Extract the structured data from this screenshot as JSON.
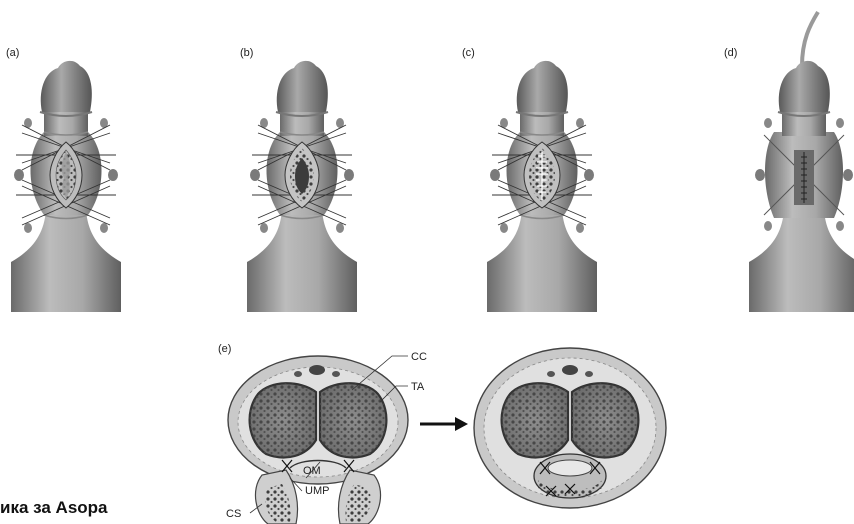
{
  "panels": {
    "a": {
      "label": "(a)"
    },
    "b": {
      "label": "(b)"
    },
    "c": {
      "label": "(c)"
    },
    "d": {
      "label": "(d)"
    },
    "e": {
      "label": "(e)"
    }
  },
  "annotations": {
    "cc": "CC",
    "ta": "TA",
    "om": "OM",
    "ump": "UMP",
    "cs": "CS"
  },
  "caption": "ика за Asopa",
  "colors": {
    "skin_dark": "#6e6e6e",
    "skin_light": "#bdbdbd",
    "tissue_dark": "#555555",
    "suture": "#333333"
  }
}
